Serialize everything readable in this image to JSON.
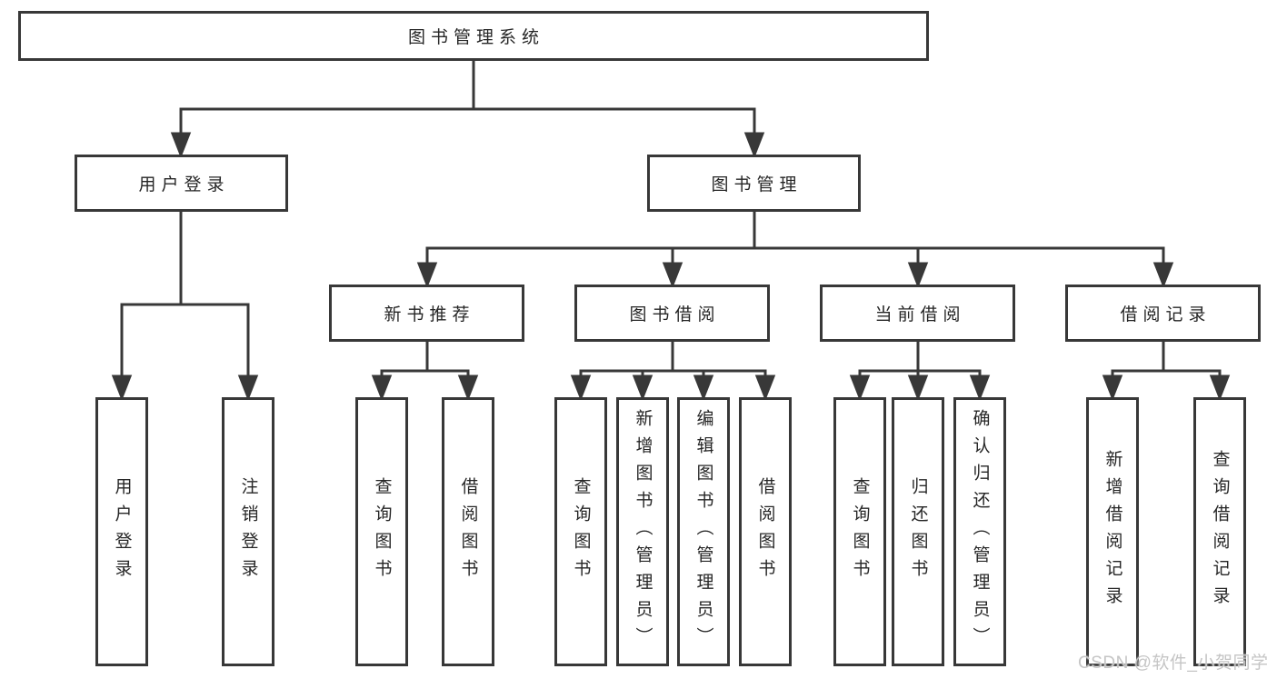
{
  "diagram": {
    "type": "hierarchy-tree",
    "orientation": "top-down",
    "tree": {
      "label": "图书管理系统",
      "children": [
        {
          "label": "用户登录",
          "children": [
            {
              "label": "用户登录"
            },
            {
              "label": "注销登录"
            }
          ]
        },
        {
          "label": "图书管理",
          "children": [
            {
              "label": "新书推荐",
              "children": [
                {
                  "label": "查询图书"
                },
                {
                  "label": "借阅图书"
                }
              ]
            },
            {
              "label": "图书借阅",
              "children": [
                {
                  "label": "查询图书"
                },
                {
                  "label": "新增图书（管理员）"
                },
                {
                  "label": "编辑图书（管理员）"
                },
                {
                  "label": "借阅图书"
                }
              ]
            },
            {
              "label": "当前借阅",
              "children": [
                {
                  "label": "查询图书"
                },
                {
                  "label": "归还图书"
                },
                {
                  "label": "确认归还（管理员）"
                }
              ]
            },
            {
              "label": "借阅记录",
              "children": [
                {
                  "label": "新增借阅记录"
                },
                {
                  "label": "查询借阅记录"
                }
              ]
            }
          ]
        }
      ]
    }
  },
  "watermark": "CSDN @软件_小贺同学",
  "colors": {
    "line": "#383838",
    "box_border": "#383838",
    "box_fill": "#ffffff",
    "text": "#262626",
    "watermark": "#c5c5c5",
    "background": "#ffffff"
  }
}
